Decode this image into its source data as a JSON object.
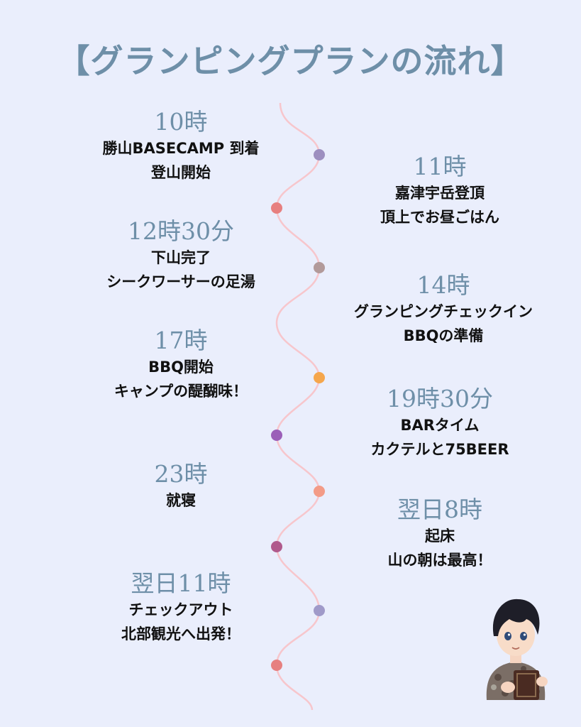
{
  "title": "【グランピングプランの流れ】",
  "schedule": [
    {
      "time": "10時",
      "line1": "勝山BASECAMP 到着",
      "line2": "登山開始"
    },
    {
      "time": "11時",
      "line1": "嘉津宇岳登頂",
      "line2": "頂上でお昼ごはん"
    },
    {
      "time": "12時30分",
      "line1": "下山完了",
      "line2": "シークワーサーの足湯"
    },
    {
      "time": "14時",
      "line1": "グランピングチェックイン",
      "line2": "BBQの準備"
    },
    {
      "time": "17時",
      "line1": "BBQ開始",
      "line2": "キャンプの醍醐味！"
    },
    {
      "time": "19時30分",
      "line1": "BARタイム",
      "line2": "カクテルと75BEER"
    },
    {
      "time": "23時",
      "line1": "就寝",
      "line2": ""
    },
    {
      "time": "翌日8時",
      "line1": "起床",
      "line2": "山の朝は最高！"
    },
    {
      "time": "翌日11時",
      "line1": "チェックアウト",
      "line2": "北部観光へ出発！"
    }
  ],
  "colors": {
    "background": "#eaeefc",
    "accent": "#6e8fa8",
    "wave": "#f7c6cc",
    "dots": [
      "#9d8fc0",
      "#e77f7f",
      "#b29a9a",
      "#f5a64c",
      "#9b5fb8",
      "#f39b87",
      "#b05a8c",
      "#a09ac9",
      "#e68080"
    ]
  }
}
